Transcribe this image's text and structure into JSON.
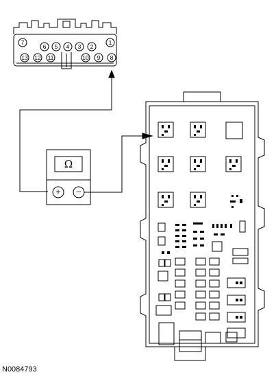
{
  "connector": {
    "top_row_pins": [
      "7",
      "6",
      "5",
      "4",
      "3",
      "2",
      "1"
    ],
    "bottom_row_pins": [
      "13",
      "12",
      "11",
      "10",
      "9",
      "8"
    ]
  },
  "meter": {
    "display_symbol": "Ω",
    "positive_label": "+",
    "negative_label": "−"
  },
  "figure_id": "N0084793"
}
